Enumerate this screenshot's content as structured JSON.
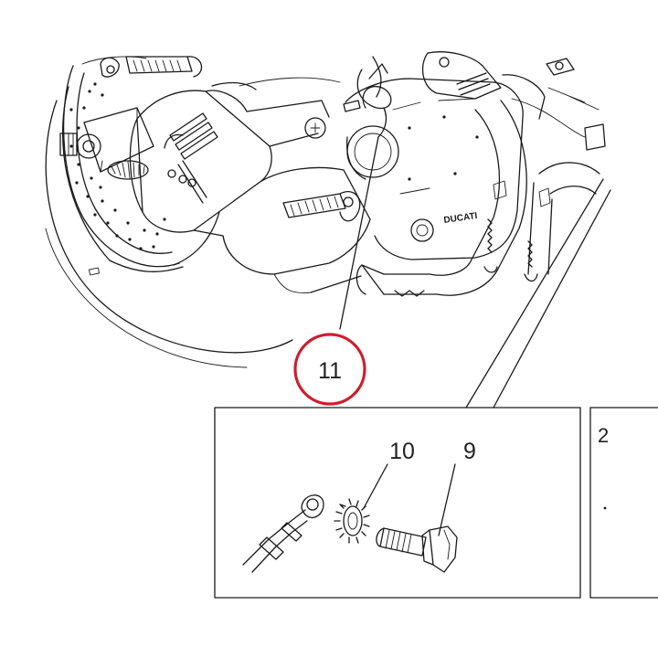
{
  "callouts": {
    "main": "11",
    "washer": "10",
    "screw": "9",
    "side_panel": "2"
  },
  "engine_logo": "DUCATI",
  "colors": {
    "highlight_circle": "#cc1f2e",
    "line_art": "#1a1a1a",
    "background": "#ffffff"
  }
}
